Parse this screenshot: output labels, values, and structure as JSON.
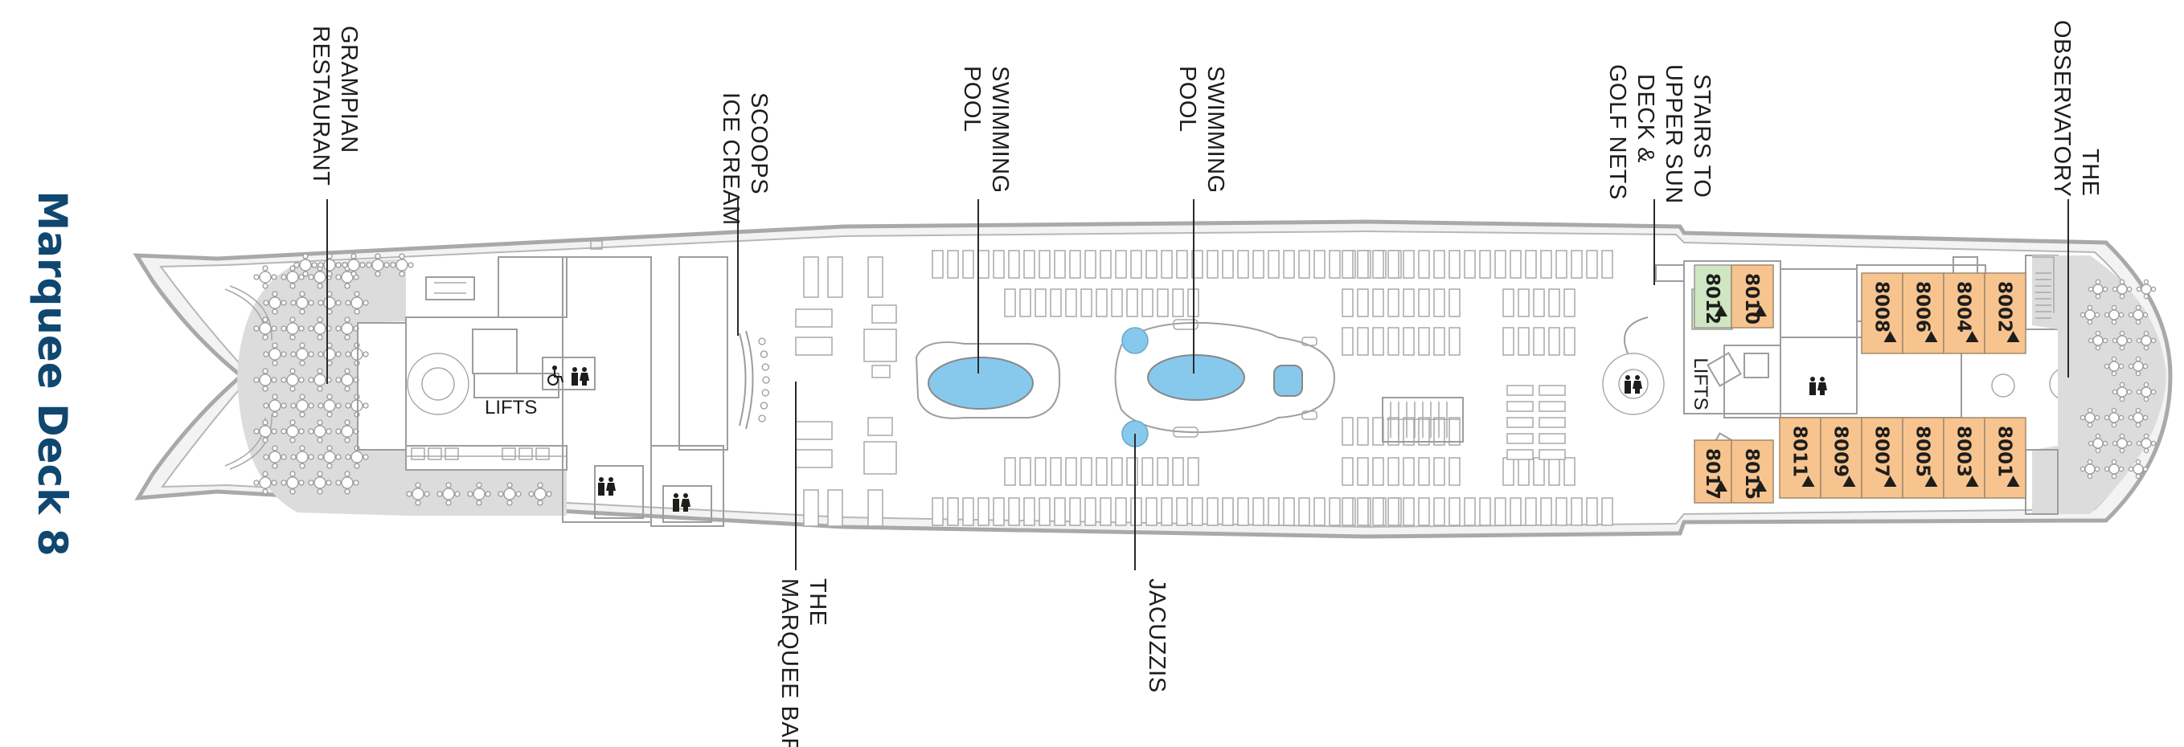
{
  "deck": {
    "title": "Marquee Deck 8"
  },
  "labels": {
    "grampian": [
      "GRAMPIAN",
      "RESTAURANT"
    ],
    "scoops": [
      "SCOOPS",
      "ICE CREAM"
    ],
    "pool1": [
      "SWIMMING",
      "POOL"
    ],
    "pool2": [
      "SWIMMING",
      "POOL"
    ],
    "stairs": [
      "STAIRS TO",
      "UPPER SUN",
      "DECK &",
      "GOLF NETS"
    ],
    "observatory": [
      "THE",
      "OBSERVATORY"
    ],
    "marquee_bar": [
      "THE",
      "MARQUEE BAR"
    ],
    "jacuzzis": [
      "JACUZZIS"
    ],
    "lifts_aft": "LIFTS",
    "lifts_fwd": "LIFTS"
  },
  "cabins": {
    "inner_starboard": [
      "8012",
      "8010"
    ],
    "inner_port": [
      "8017",
      "8015"
    ],
    "starboard": [
      "8008",
      "8006",
      "8004",
      "8002"
    ],
    "port": [
      "8011",
      "8009",
      "8007",
      "8005",
      "8003",
      "8001"
    ]
  },
  "icons": {
    "toilet": "toilet-icon",
    "accessible": "wheelchair-icon",
    "cabin_marker": "triangle-marker-icon"
  },
  "colors": {
    "cabin": "#f7c48f",
    "cabin_special": "#cfe6c2",
    "pool": "#86c9ec",
    "title": "#0f4770",
    "restaurant_area": "#dcdcdc"
  }
}
